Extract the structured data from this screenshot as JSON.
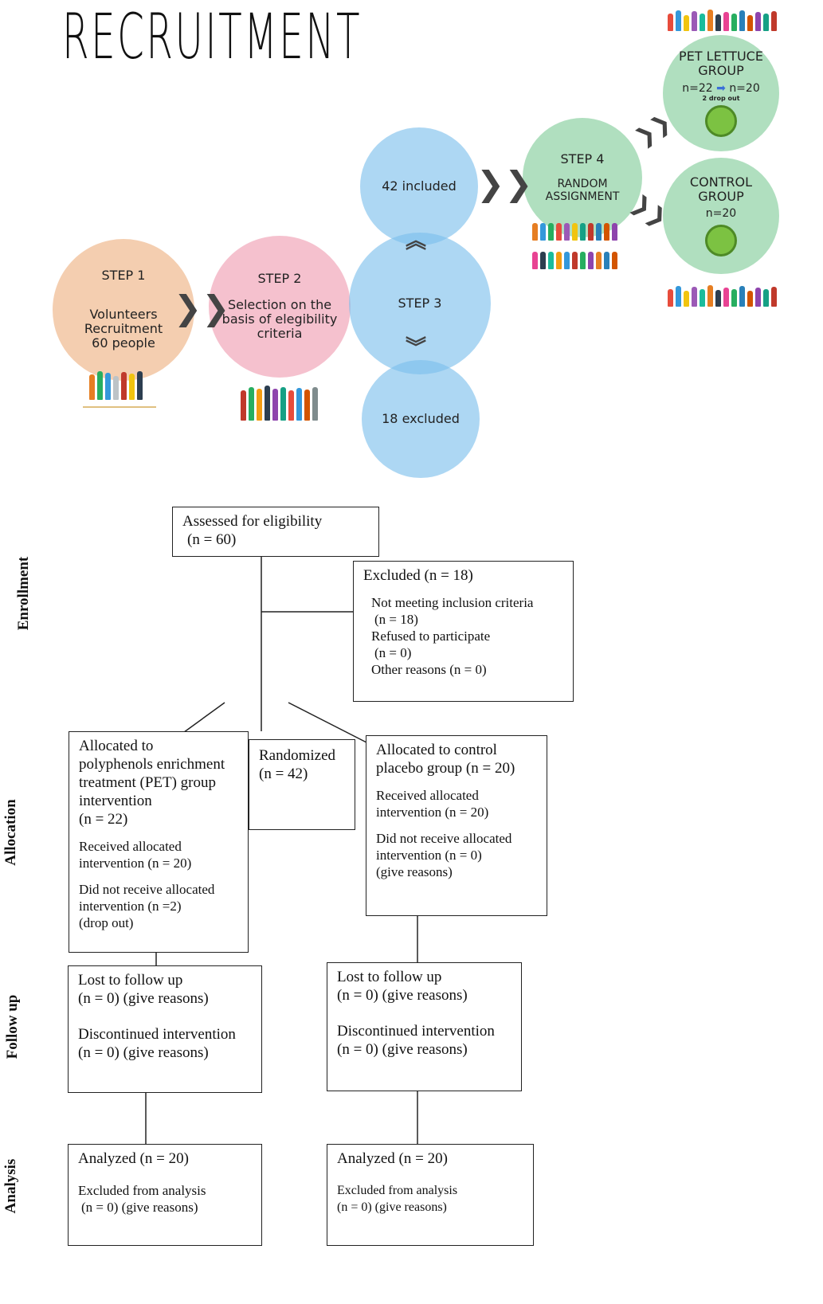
{
  "title": "RECRUITMENT",
  "step1": {
    "heading": "STEP 1",
    "line1": "Volunteers",
    "line2": "Recruitment",
    "line3": "60 people"
  },
  "step2": {
    "heading": "STEP 2",
    "line1": "Selection on the",
    "line2": "basis of elegibility",
    "line3": "criteria"
  },
  "step3": {
    "heading": "STEP 3"
  },
  "included": "42 included",
  "excluded_circle": "18 excluded",
  "step4": {
    "heading": "STEP 4",
    "line1": "RANDOM",
    "line2": "ASSIGNMENT"
  },
  "pet_group": {
    "line1": "PET LETTUCE",
    "line2": "GROUP",
    "n_before": "n=22",
    "n_after": "n=20",
    "note": "2 drop out"
  },
  "control_group": {
    "line1": "CONTROL",
    "line2": "GROUP",
    "n": "n=20"
  },
  "flow": {
    "stages": {
      "enrollment": "Enrollment",
      "allocation": "Allocation",
      "followup": "Follow up",
      "analysis": "Analysis"
    },
    "assessed": {
      "line1": "Assessed for eligibility",
      "line2": "(n = 60)"
    },
    "excluded": {
      "title": "Excluded (n = 18)",
      "l1": "Not meeting inclusion criteria",
      "l2": "(n = 18)",
      "l3": "Refused to participate",
      "l4": "(n = 0)",
      "l5": "Other reasons (n = 0)"
    },
    "randomized": {
      "line1": "Randomized",
      "line2": "(n = 42)"
    },
    "alloc_pet": {
      "l1": "Allocated to",
      "l2": "polyphenols enrichment",
      "l3": "treatment (PET) group",
      "l4": "intervention",
      "l5": "(n = 22)",
      "l6": "Received allocated",
      "l7": "intervention (n = 20)",
      "l8": "Did not receive allocated",
      "l9": "intervention (n =2)",
      "l10": "(drop out)"
    },
    "alloc_control": {
      "l1": "Allocated to control",
      "l2": "placebo group (n = 20)",
      "l3": "Received allocated",
      "l4": "intervention (n = 20)",
      "l5": "Did not receive allocated",
      "l6": "intervention (n = 0)",
      "l7": "(give reasons)"
    },
    "follow_left": {
      "l1": "Lost to follow up",
      "l2": "(n = 0) (give reasons)",
      "l3": "Discontinued intervention",
      "l4": "(n = 0) (give reasons)"
    },
    "follow_right": {
      "l1": "Lost to follow up",
      "l2": "(n = 0) (give reasons)",
      "l3": "Discontinued intervention",
      "l4": "(n = 0) (give reasons)"
    },
    "analysis_left": {
      "l1": "Analyzed (n = 20)",
      "l2": "Excluded from analysis",
      "l3": "(n = 0) (give reasons)"
    },
    "analysis_right": {
      "l1": "Analyzed (n = 20)",
      "l2": "Excluded from analysis",
      "l3": "(n = 0) (give reasons)"
    }
  }
}
